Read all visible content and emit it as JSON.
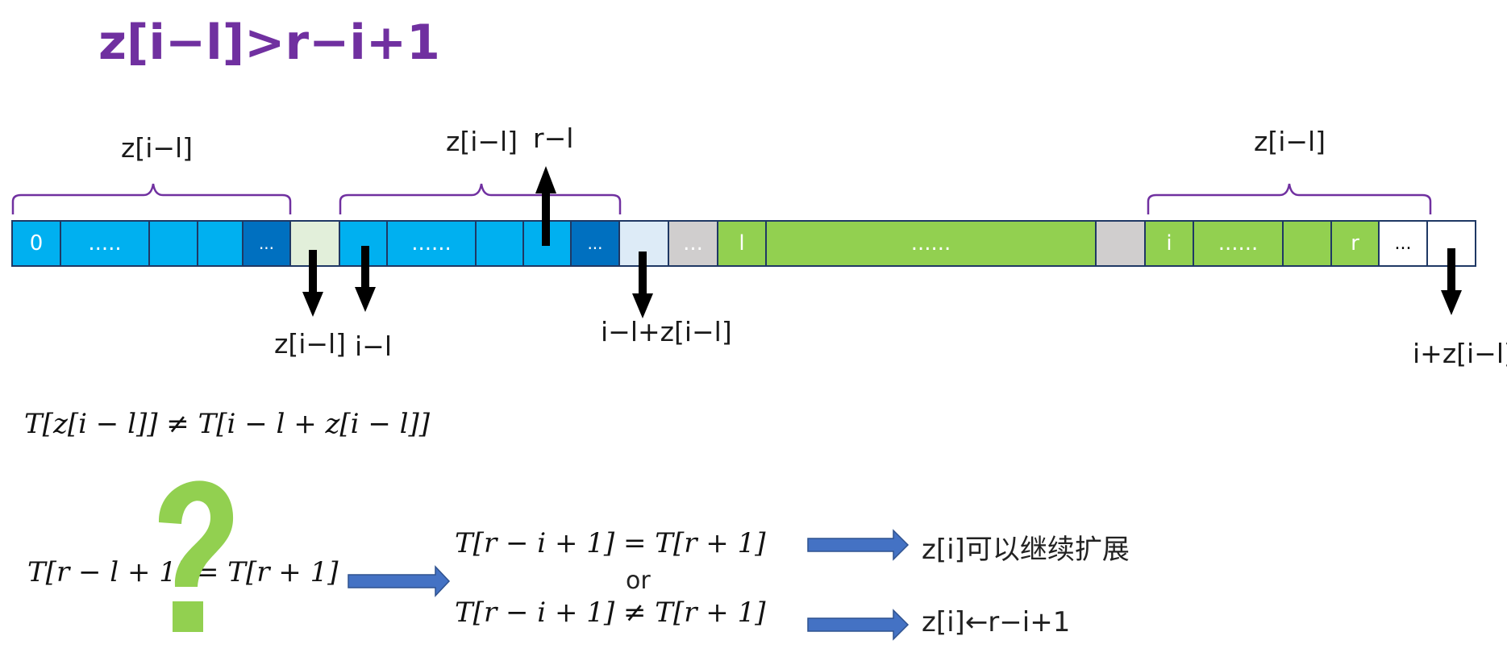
{
  "title": "z[i−l]>r−i+1",
  "colors": {
    "title": "#7030a0",
    "brace": "#7030a0",
    "blue": "#00b0f0",
    "dark_blue": "#0070c0",
    "light_green": "#e2efda",
    "light_blue": "#ddebf7",
    "gray": "#d0cece",
    "green": "#92d050",
    "white": "#ffffff",
    "arrow_blue": "#4472c4",
    "question": "#92d050"
  },
  "cells": {
    "c0": "0",
    "c1": ".....",
    "c4": "...",
    "c7": "......",
    "c10": "...",
    "c12": "...",
    "c13": "l",
    "c14": "......",
    "c16": "i",
    "c17": "......",
    "c19": "r",
    "c20": "..."
  },
  "labels": {
    "brace1": "z[i−l]",
    "brace2": "z[i−l]",
    "brace3": "z[i−l]",
    "up_rl": "r−l",
    "down_z": "z[i−l]",
    "down_il": "i−l",
    "down_ilz": "i−l+z[i−l]",
    "down_iz": "i+z[i−l]"
  },
  "formulas": {
    "neq_main": "T[z[i − l]] ≠ T[i − l + z[i − l]]",
    "question_eq": "T[r − l + 1] = T[r + 1]",
    "case_eq": "T[r − i + 1] = T[r + 1]",
    "or": "or",
    "case_neq": "T[r − i + 1] ≠ T[r + 1]"
  },
  "results": {
    "continue": "z[i]可以继续扩展",
    "assign": "z[i]←r−i+1"
  },
  "icons": {
    "question": "question-mark-icon",
    "arrow_up": "arrow-up-icon",
    "arrow_down": "arrow-down-icon",
    "arrow_right": "arrow-right-icon"
  }
}
